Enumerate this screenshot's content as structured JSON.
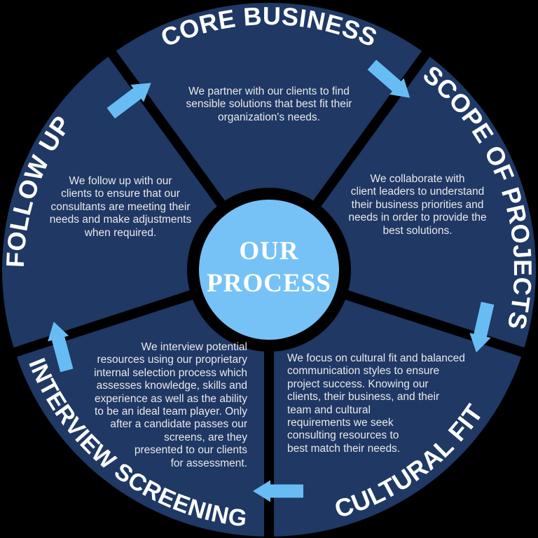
{
  "diagram": {
    "center_label": "OUR PROCESS",
    "colors": {
      "background": "#000000",
      "segment": "#1F3864",
      "divider": "#000000",
      "center_circle": "#76C2F6",
      "arrow": "#68BCF4",
      "title_text": "#FFFFFF",
      "body_text": "#E9E9E9"
    },
    "segments": [
      {
        "title": "CORE BUSINESS",
        "position": "top",
        "lines": [
          "We partner with our clients to find",
          "sensible solutions that best fit their",
          "organization's needs."
        ]
      },
      {
        "title": "SCOPE OF PROJECTS",
        "position": "right",
        "lines": [
          "We collaborate with",
          "client leaders to understand",
          "their business priorities and",
          "needs in order to provide the",
          "best solutions."
        ]
      },
      {
        "title": "CULTURAL FIT",
        "position": "bottom-right",
        "lines": [
          "We focus on cultural fit and balanced",
          "communication styles to ensure",
          "project success. Knowing our",
          "clients, their business, and their",
          "team and cultural",
          "requirements we seek",
          "consulting resources to",
          "best match their needs."
        ]
      },
      {
        "title": "INTERVIEW SCREENING",
        "position": "bottom-left",
        "lines": [
          "We interview potential",
          "resources using our proprietary",
          "internal selection process which",
          "assesses knowledge, skills and",
          "experience as well as the ability",
          "to be an ideal team player. Only",
          "after a candidate passes our",
          "screens, are they",
          "presented to our clients",
          "for assessment."
        ]
      },
      {
        "title": "FOLLOW UP",
        "position": "top-left",
        "lines": [
          "We follow up with our",
          "clients to ensure that our",
          "consultants are meeting their",
          "needs and make adjustments",
          "when required."
        ]
      }
    ],
    "arrows": [
      {
        "from": "FOLLOW UP",
        "to": "CORE BUSINESS",
        "direction": "up-right"
      },
      {
        "from": "CORE BUSINESS",
        "to": "SCOPE OF PROJECTS",
        "direction": "down-right"
      },
      {
        "from": "SCOPE OF PROJECTS",
        "to": "CULTURAL FIT",
        "direction": "down"
      },
      {
        "from": "CULTURAL FIT",
        "to": "INTERVIEW SCREENING",
        "direction": "left"
      },
      {
        "from": "INTERVIEW SCREENING",
        "to": "FOLLOW UP",
        "direction": "up"
      }
    ]
  }
}
